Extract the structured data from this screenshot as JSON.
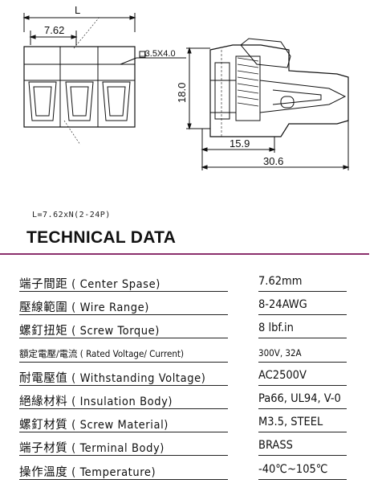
{
  "drawing": {
    "dim_L": "L",
    "dim_pitch": "7.62",
    "dim_screw": "□3.5X4.0",
    "dim_height": "18.0",
    "dim_15_9": "15.9",
    "dim_30_6": "30.6"
  },
  "note": "L=7.62xN(2-24P)",
  "title": "TECHNICAL DATA",
  "specs": [
    {
      "label": "端子間距 ( Center Spase)",
      "value": "7.62mm"
    },
    {
      "label": "壓線範圍 ( Wire Range)",
      "value": "8-24AWG"
    },
    {
      "label": "螺釘扭矩 ( Screw Torque)",
      "value": "8 lbf.in"
    },
    {
      "label": "額定電壓/電流 ( Rated Voltage/ Current)",
      "value": "300V, 32A"
    },
    {
      "label": "耐電壓值 ( Withstanding Voltage)",
      "value": "AC2500V"
    },
    {
      "label": "絕緣材料 ( Insulation Body)",
      "value": "Pa66, UL94, V-0"
    },
    {
      "label": "螺釘材質 ( Screw Material)",
      "value": "M3.5, STEEL"
    },
    {
      "label": "端子材質 ( Terminal Body)",
      "value": "BRASS"
    },
    {
      "label": "操作溫度 ( Temperature)",
      "value": "-40℃~105℃"
    }
  ]
}
